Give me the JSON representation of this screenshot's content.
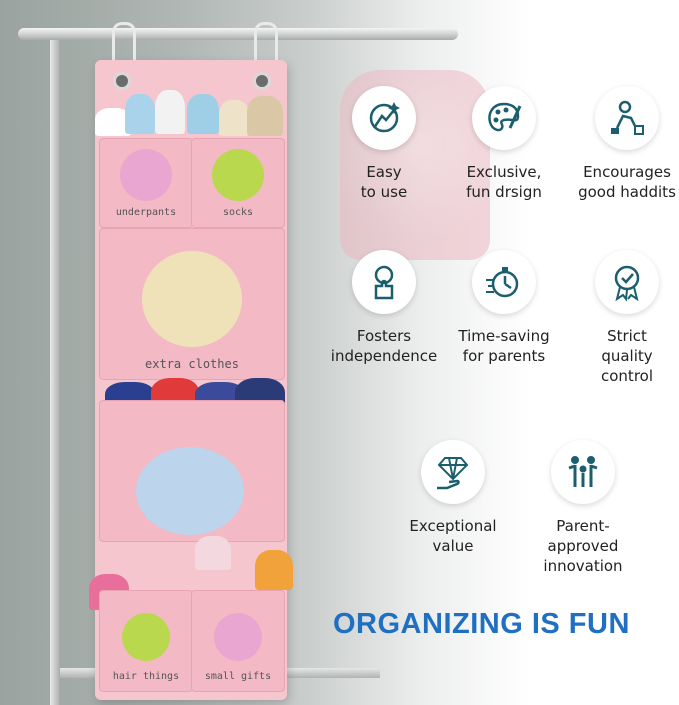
{
  "pockets": [
    {
      "label": "underpants"
    },
    {
      "label": "socks"
    },
    {
      "label": "extra clothes"
    },
    {
      "label": "hair things"
    },
    {
      "label": "small gifts"
    }
  ],
  "features": [
    {
      "label": "Easy\nto use",
      "icon": "hand-wash-icon"
    },
    {
      "label": "Exclusive,\nfun drsign",
      "icon": "palette-icon"
    },
    {
      "label": "Encourages\ngood haddits",
      "icon": "child-playing-icon"
    },
    {
      "label": "Fosters\nindependence",
      "icon": "child-puzzle-icon"
    },
    {
      "label": "Time-saving\nfor parents",
      "icon": "stopwatch-icon"
    },
    {
      "label": "Strict\nquality\ncontrol",
      "icon": "quality-badge-icon"
    },
    {
      "label": "Exceptional\nvalue",
      "icon": "diamond-hand-icon"
    },
    {
      "label": "Parent-\napproved\ninnovation",
      "icon": "family-icon"
    }
  ],
  "headline": "ORGANIZING IS FUN",
  "colors": {
    "accent": "#1f6fc2",
    "icon_teal": "#1b5e6e",
    "organizer_pink": "#f6c6cf"
  }
}
